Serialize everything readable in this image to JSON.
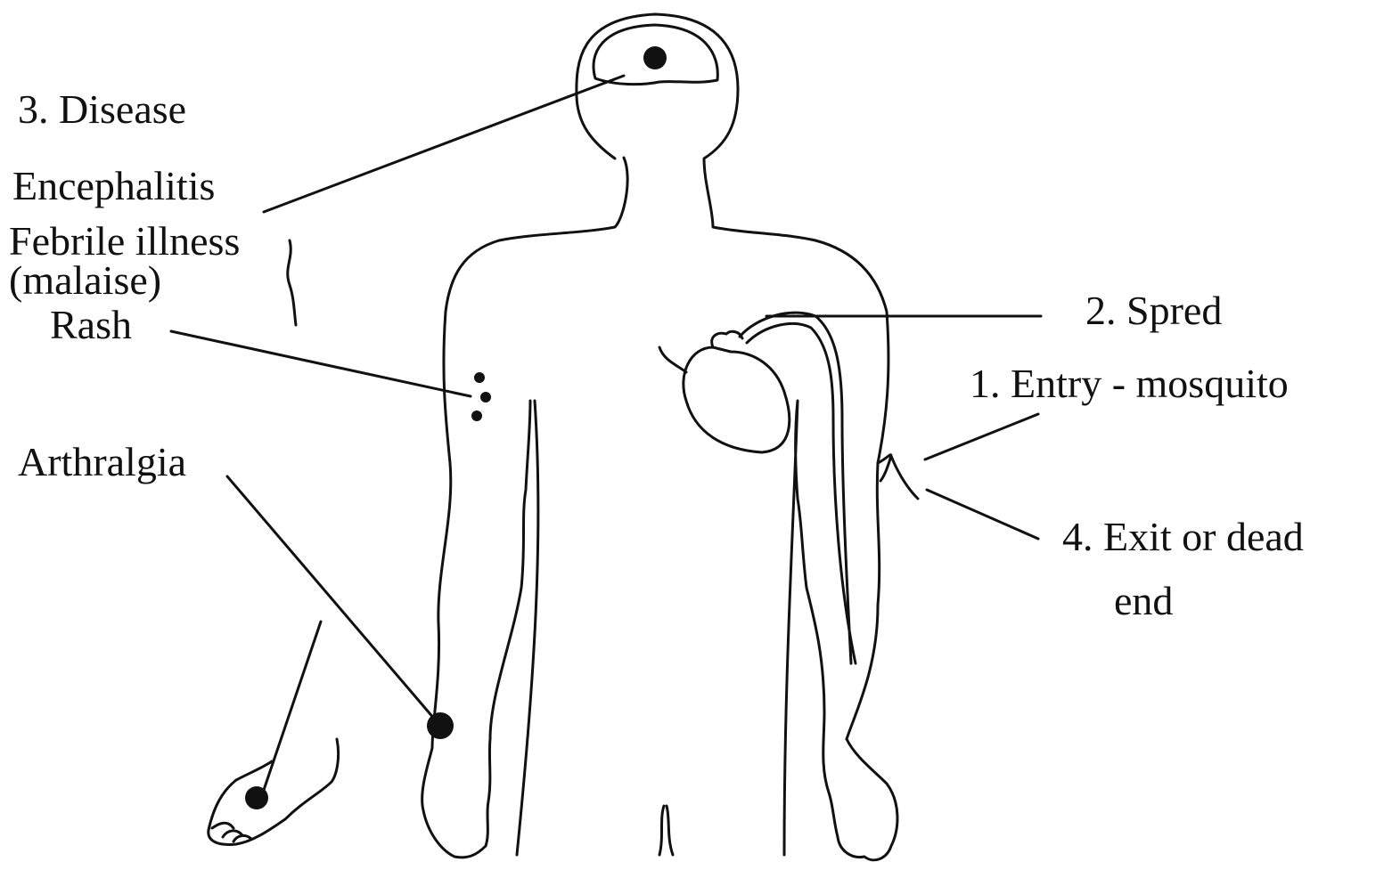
{
  "colors": {
    "ink": "#111111",
    "background": "#ffffff"
  },
  "labels": {
    "disease": "3. Disease",
    "encephalitis": "Encephalitis",
    "febrile": "Febrile illness",
    "malaise": "(malaise)",
    "rash": "Rash",
    "arthralgia": "Arthralgia",
    "spread": "2. Spred",
    "entry": "1. Entry - mosquito",
    "exit_line1": "4. Exit or dead",
    "exit_line2": "end"
  },
  "icons": {
    "body": "human-body-outline",
    "heart": "heart-outline",
    "foot": "foot-outline"
  }
}
